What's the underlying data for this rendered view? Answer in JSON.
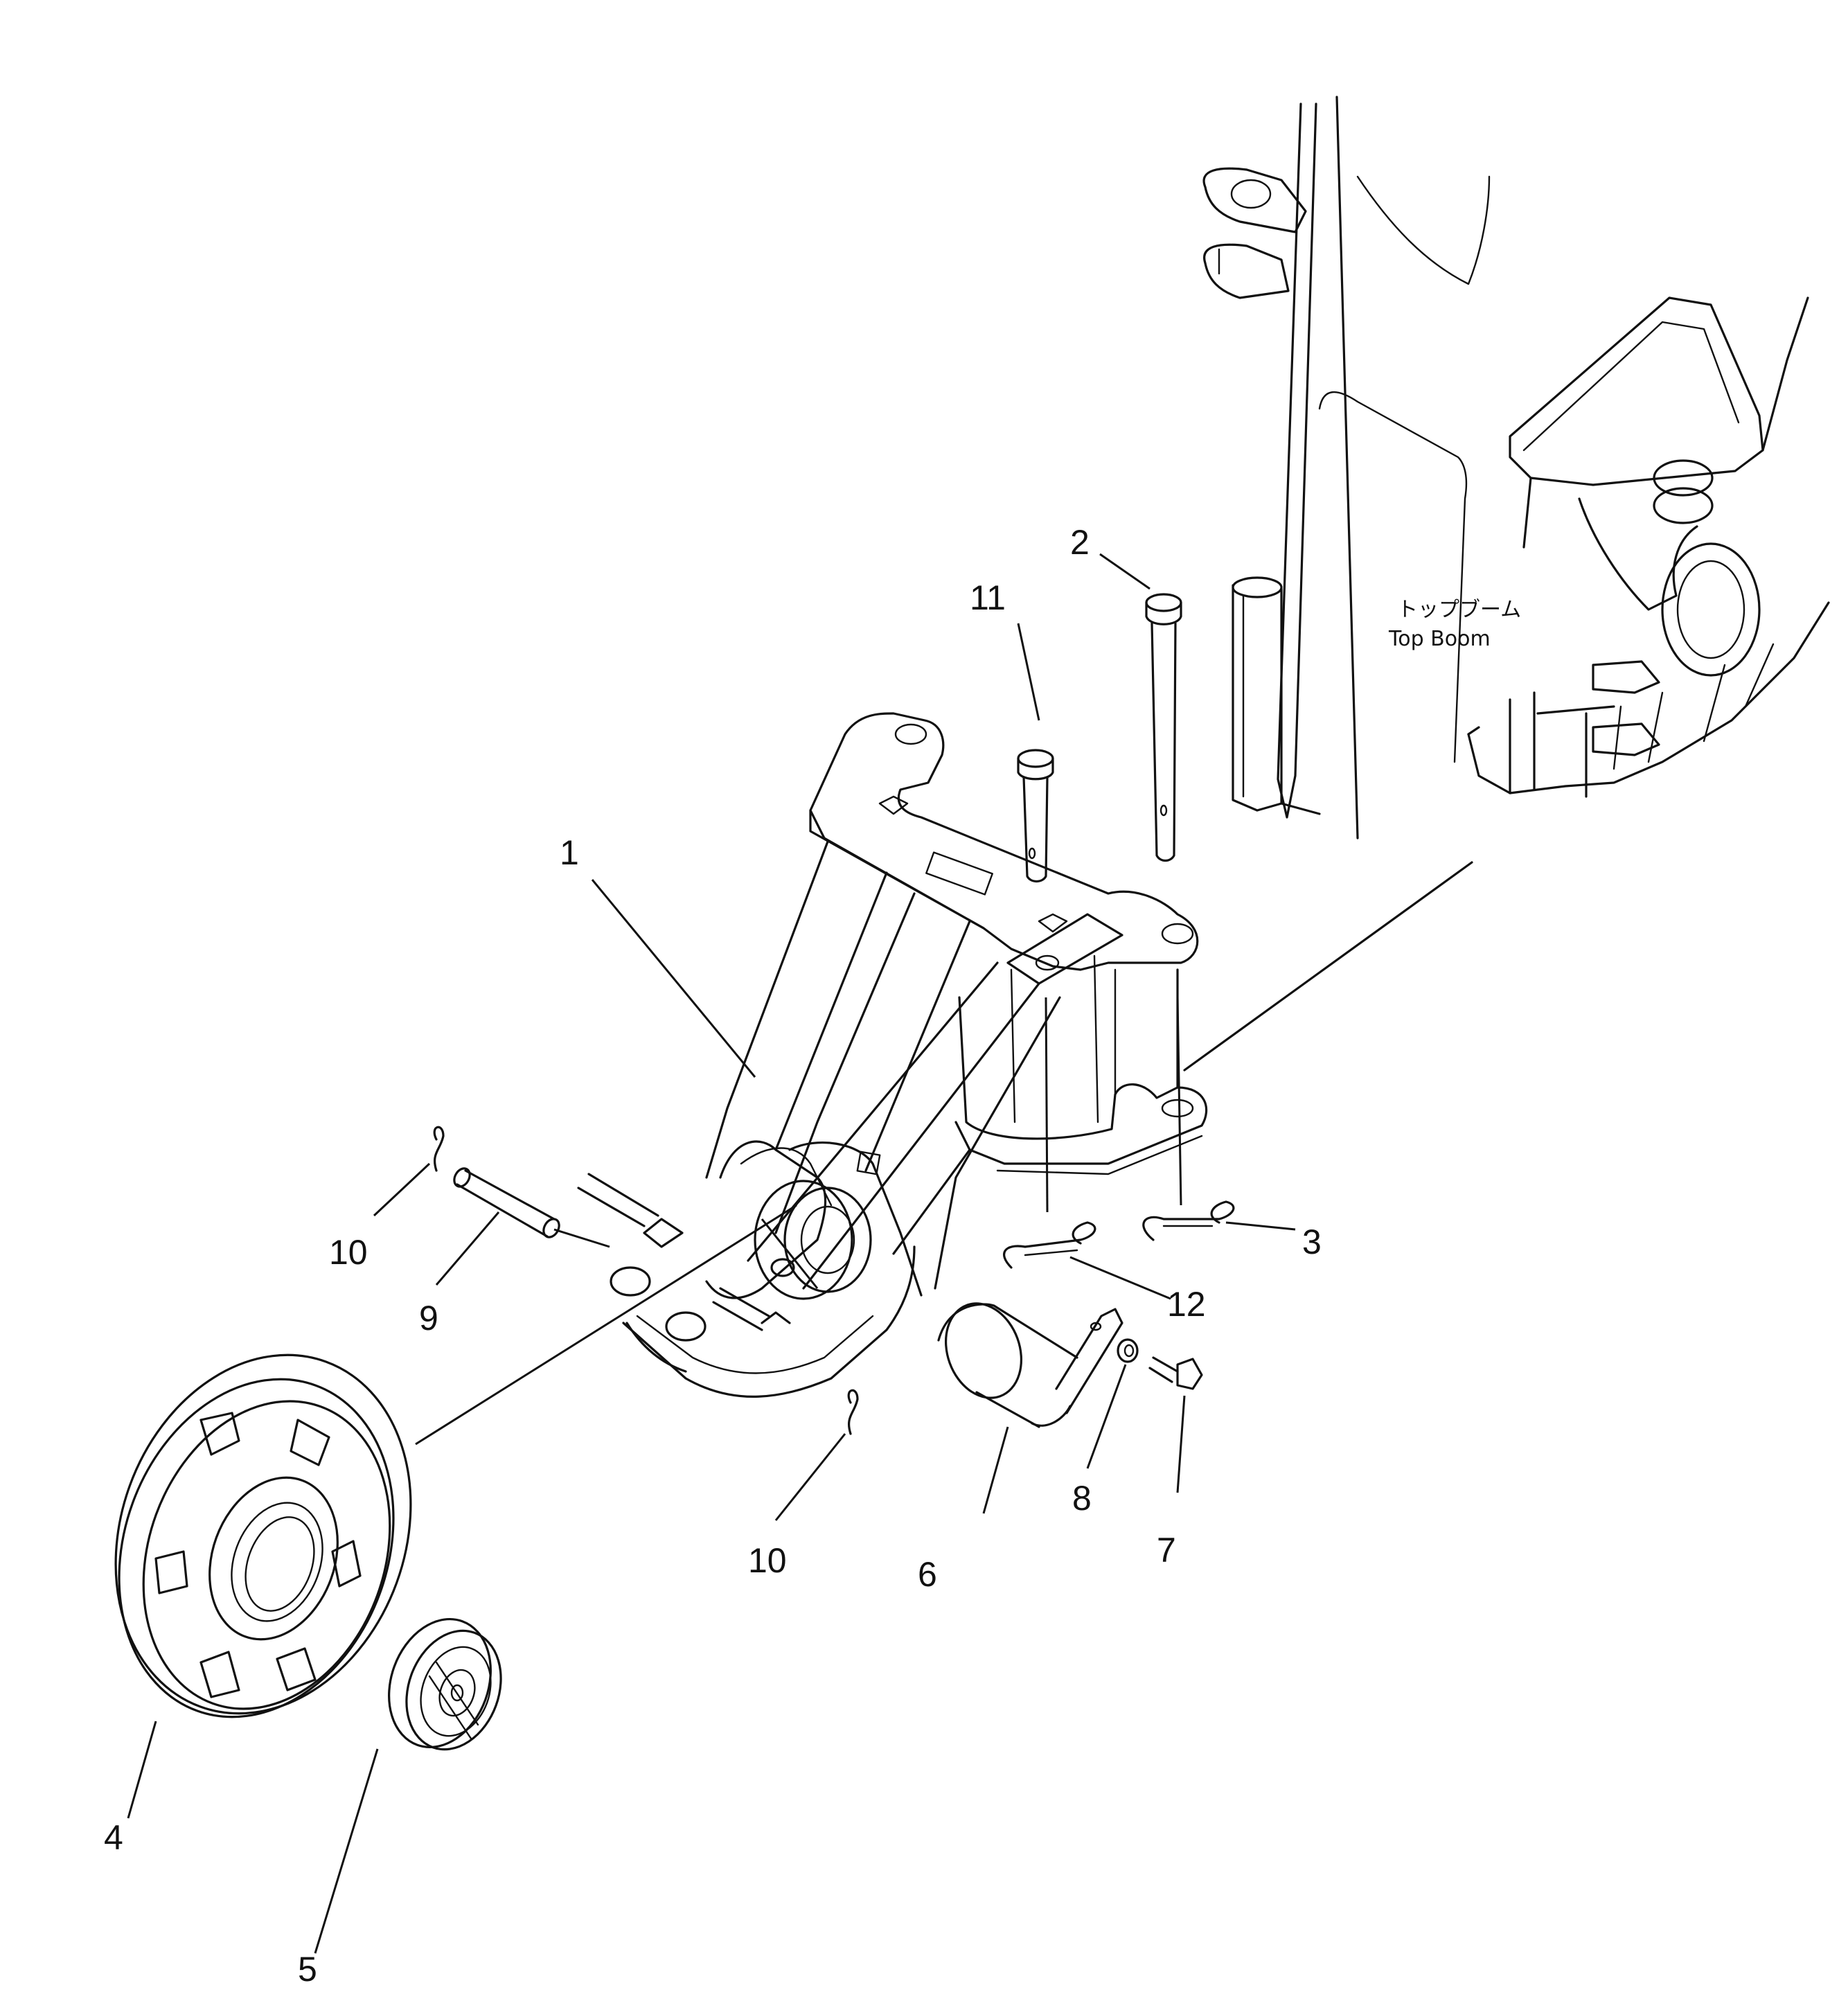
{
  "diagram": {
    "title": "",
    "caption": {
      "japanese": "トップブーム",
      "english": "Top Boom"
    },
    "callouts": [
      {
        "id": "c1",
        "label": "1"
      },
      {
        "id": "c2",
        "label": "2"
      },
      {
        "id": "c3",
        "label": "3"
      },
      {
        "id": "c4",
        "label": "4"
      },
      {
        "id": "c5",
        "label": "5"
      },
      {
        "id": "c6",
        "label": "6"
      },
      {
        "id": "c7",
        "label": "7"
      },
      {
        "id": "c8",
        "label": "8"
      },
      {
        "id": "c9",
        "label": "9"
      },
      {
        "id": "c10a",
        "label": "10"
      },
      {
        "id": "c10b",
        "label": "10"
      },
      {
        "id": "c11",
        "label": "11"
      },
      {
        "id": "c12",
        "label": "12"
      }
    ],
    "colors": {
      "ink": "#111111",
      "paper": "#ffffff"
    }
  }
}
